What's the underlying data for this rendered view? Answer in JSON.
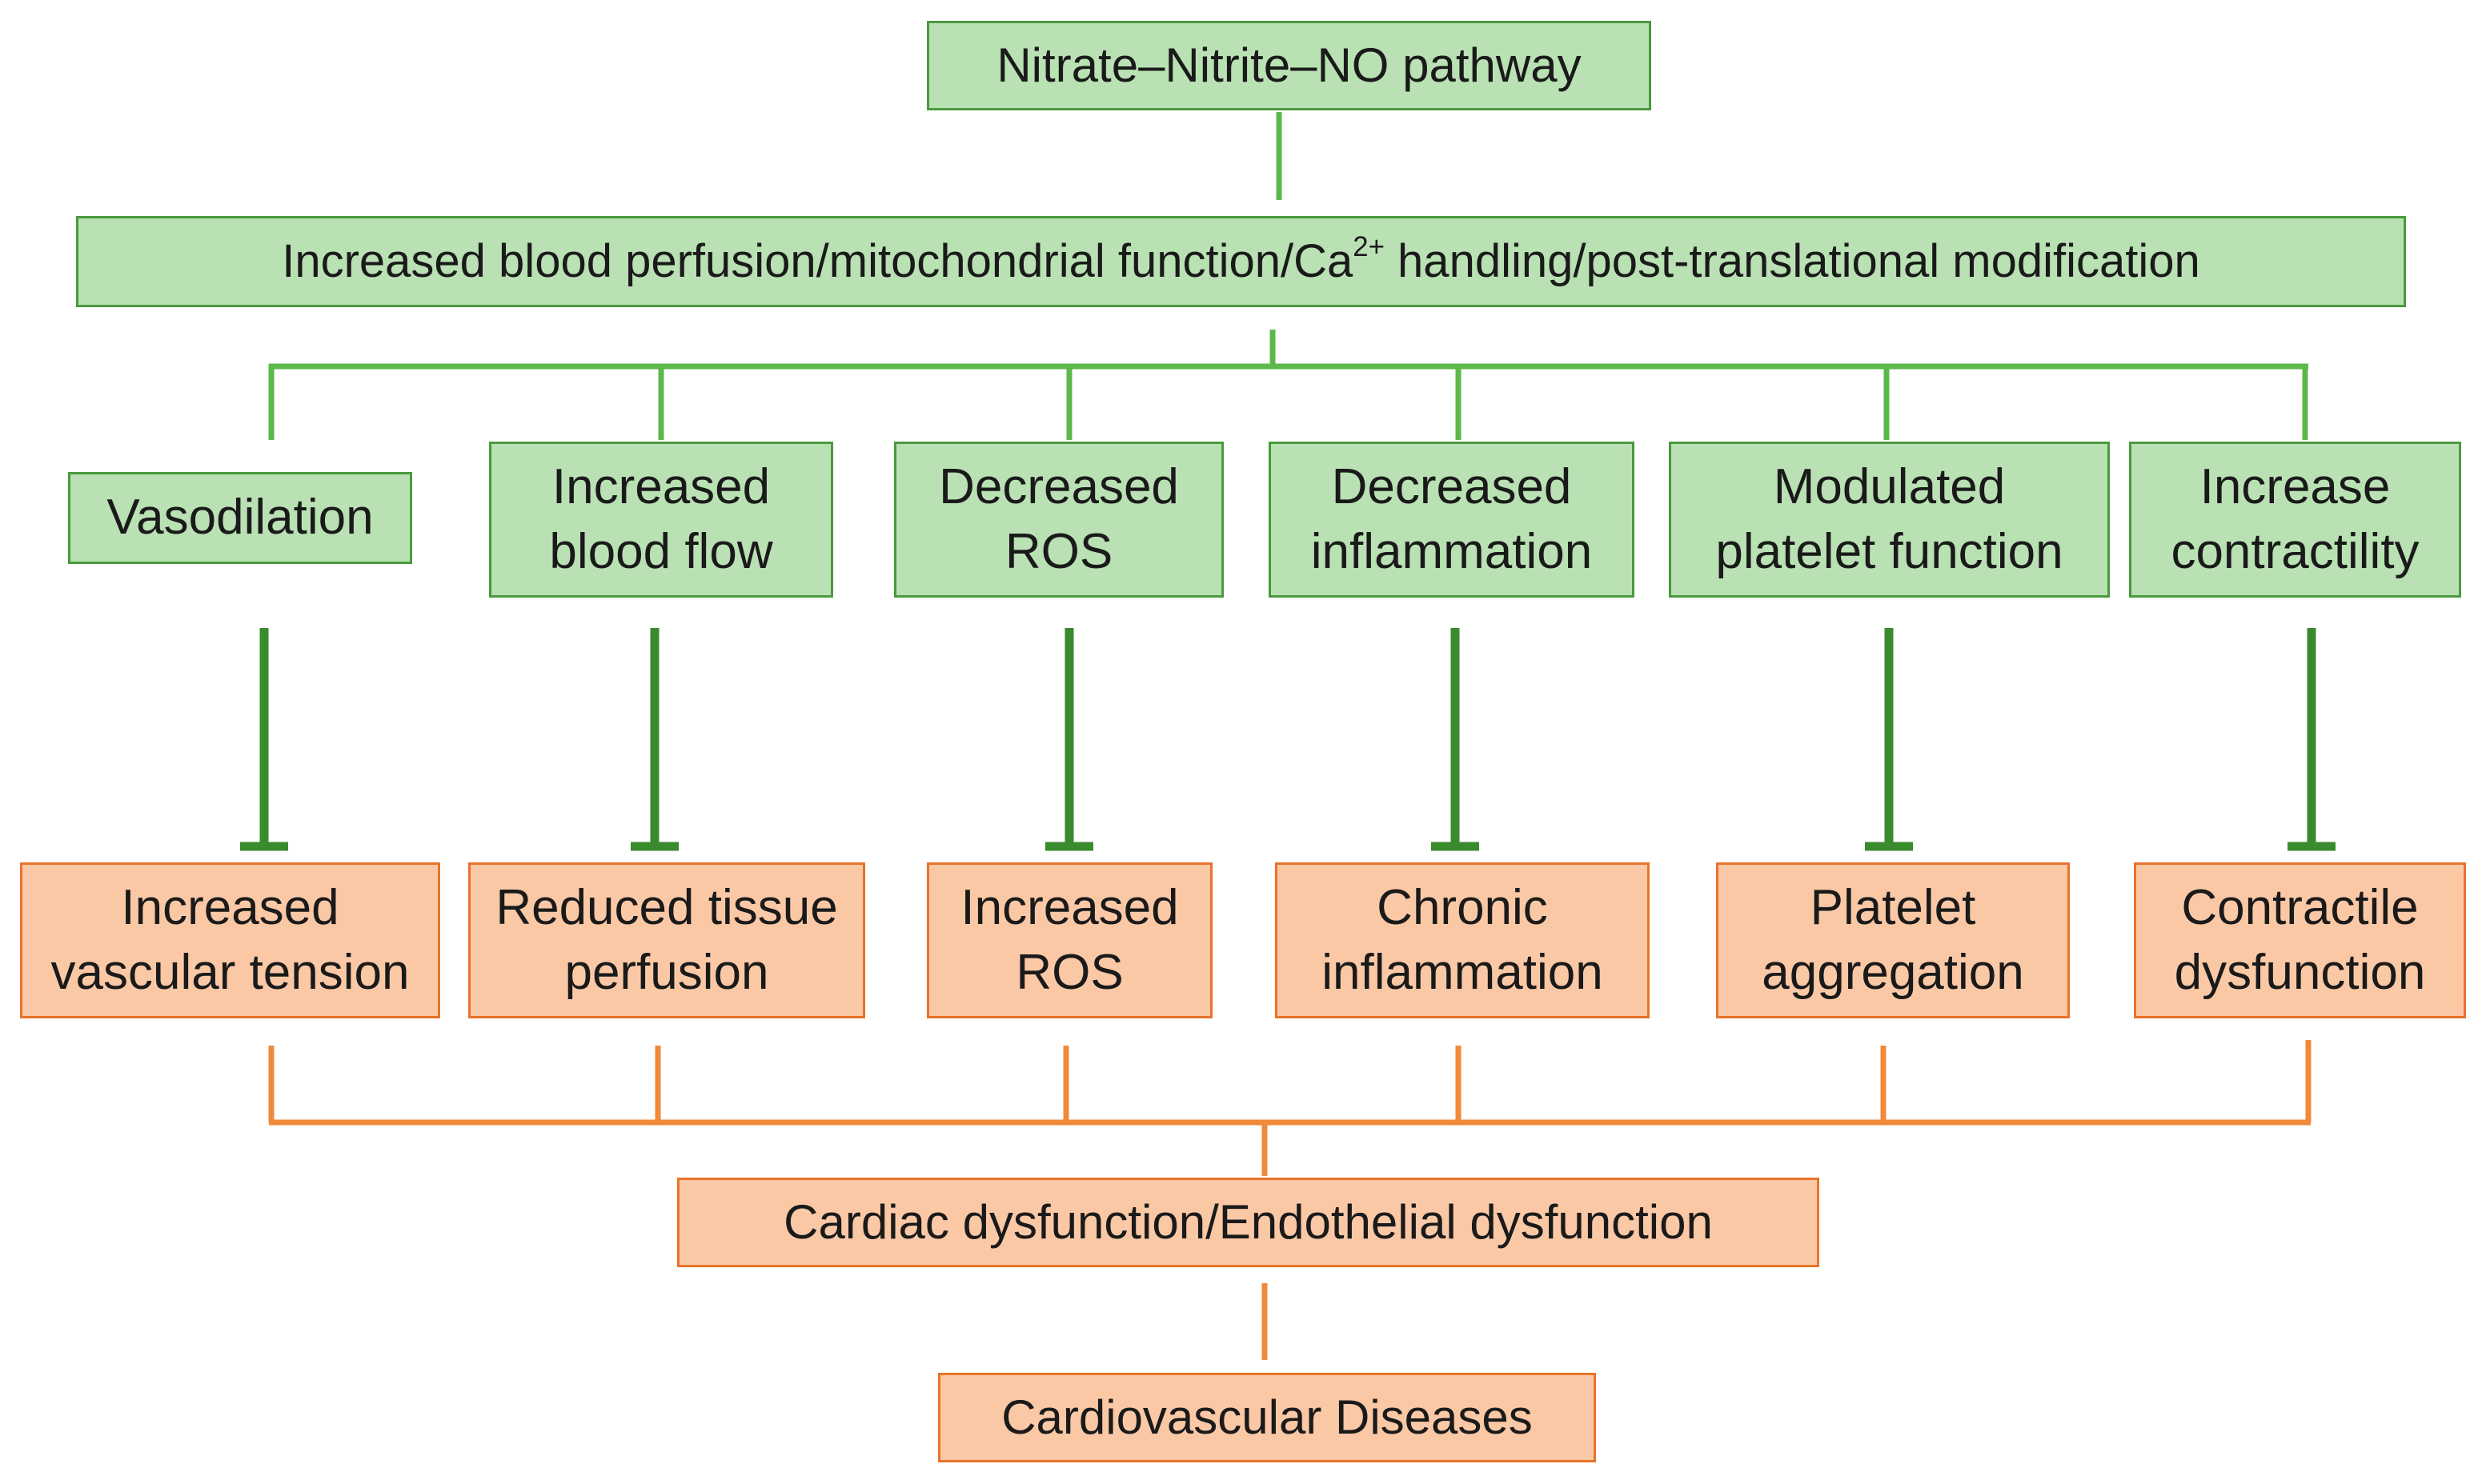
{
  "top_box": {
    "label": "Nitrate–Nitrite–NO pathway"
  },
  "mechanism_box": {
    "prefix": "Increased blood perfusion/mitochondrial function/Ca",
    "superscript": "2+",
    "suffix": " handling/post-translational modification"
  },
  "effects": [
    {
      "line1": "Vasodilation",
      "line2": ""
    },
    {
      "line1": "Increased",
      "line2": "blood flow"
    },
    {
      "line1": "Decreased",
      "line2": "ROS"
    },
    {
      "line1": "Decreased",
      "line2": "inflammation"
    },
    {
      "line1": "Modulated",
      "line2": "platelet function"
    },
    {
      "line1": "Increase",
      "line2": "contractility"
    }
  ],
  "pathologies": [
    {
      "line1": "Increased",
      "line2": "vascular tension"
    },
    {
      "line1": "Reduced tissue",
      "line2": "perfusion"
    },
    {
      "line1": "Increased",
      "line2": "ROS"
    },
    {
      "line1": "Chronic",
      "line2": "inflammation"
    },
    {
      "line1": "Platelet",
      "line2": "aggregation"
    },
    {
      "line1": "Contractile",
      "line2": "dysfunction"
    }
  ],
  "dysfunction_box": {
    "label": "Cardiac dysfunction/Endothelial dysfunction"
  },
  "outcome_box": {
    "label": "Cardiovascular Diseases"
  },
  "colors": {
    "green_fill": "#b9e1b3",
    "green_border": "#4a9a3e",
    "green_connector": "#5cb84a",
    "inhibitor_line": "#3a8a2e",
    "orange_fill": "#fbc8a6",
    "orange_border": "#e8732a",
    "orange_connector": "#f08a3a"
  }
}
